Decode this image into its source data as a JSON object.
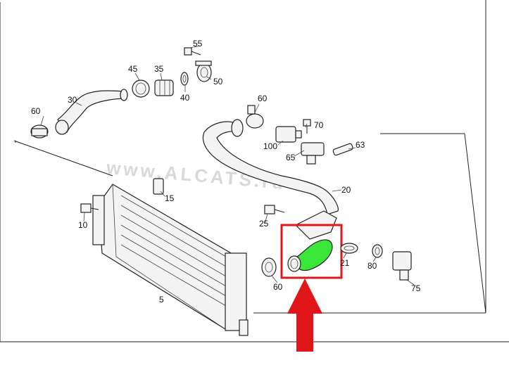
{
  "watermark": "www.ALCATS.ru",
  "callouts": {
    "c55": "55",
    "c45": "45",
    "c35": "35",
    "c40": "40",
    "c50": "50",
    "c30": "30",
    "c60a": "60",
    "c60b": "60",
    "c60c": "60",
    "c100": "100",
    "c70": "70",
    "c65": "65",
    "c63": "63",
    "c20": "20",
    "c15": "15",
    "c10": "10",
    "c25": "25",
    "c21": "21",
    "c80": "80",
    "c75": "75",
    "c5": "5"
  },
  "highlight": {
    "box_color": "#e0161b",
    "part_color": "#39e639",
    "arrow_color": "#e0161b"
  }
}
